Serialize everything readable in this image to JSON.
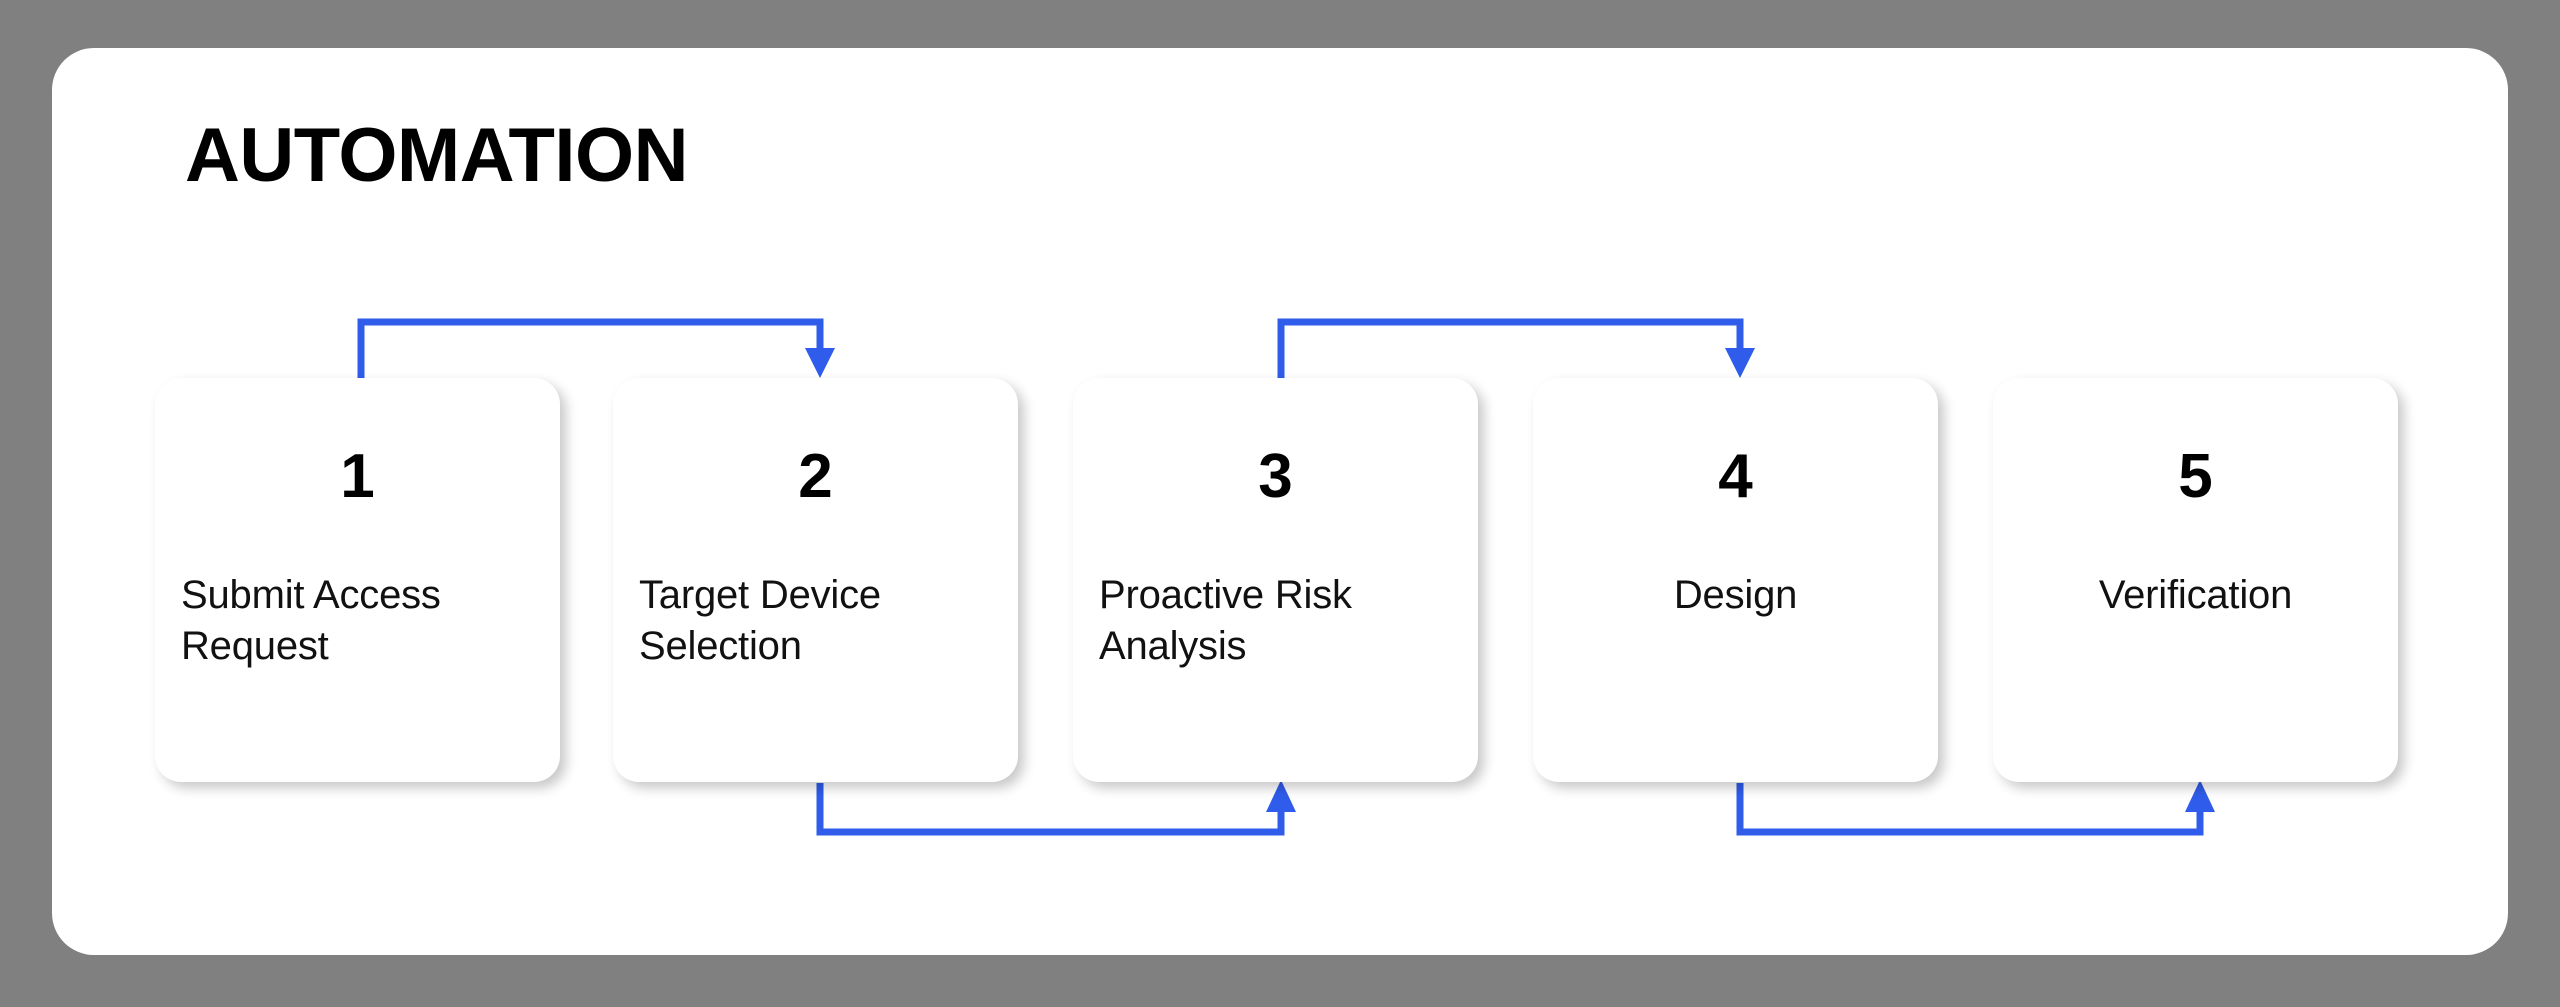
{
  "page": {
    "background_color": "#808080",
    "panel_color": "#ffffff",
    "accent_color": "#2f5ceb"
  },
  "header": {
    "title": "AUTOMATION"
  },
  "flow": {
    "steps": [
      {
        "number": "1",
        "label": "Submit Access Request",
        "align": "left"
      },
      {
        "number": "2",
        "label": "Target Device Selection",
        "align": "left"
      },
      {
        "number": "3",
        "label": "Proactive Risk Analysis",
        "align": "left"
      },
      {
        "number": "4",
        "label": "Design",
        "align": "center"
      },
      {
        "number": "5",
        "label": "Verification",
        "align": "center"
      }
    ],
    "connectors": [
      {
        "from": "1",
        "to": "2",
        "position": "top",
        "direction": "down"
      },
      {
        "from": "2",
        "to": "3",
        "position": "bottom",
        "direction": "up"
      },
      {
        "from": "3",
        "to": "4",
        "position": "top",
        "direction": "down"
      },
      {
        "from": "4",
        "to": "5",
        "position": "bottom",
        "direction": "up"
      }
    ]
  }
}
